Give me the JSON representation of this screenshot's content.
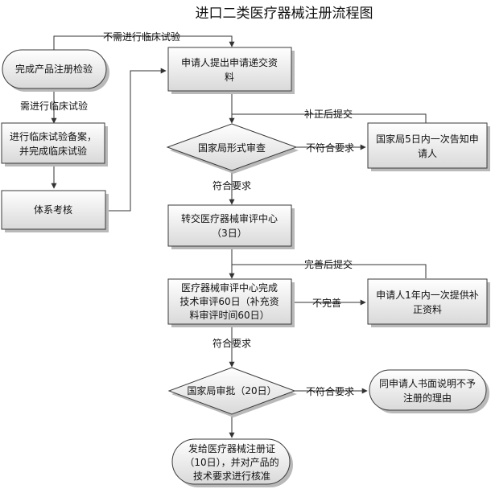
{
  "title": "进口二类医疗器械注册流程图",
  "nodes": {
    "complete_test": "完成产品注册检验",
    "clinical_filing": [
      "进行临床试验备案，",
      "并完成临床试验"
    ],
    "system_review": "体系考核",
    "submit": [
      "申请人提出申请递交资",
      "料"
    ],
    "formal_review": "国家局形式审查",
    "notify_once": [
      "国家局5日内一次告知申",
      "请人"
    ],
    "transfer": [
      "转交医疗器械审评中心",
      "（3日）"
    ],
    "tech_review": [
      "医疗器械审评中心完成",
      "技术审评60日（补充资",
      "料审评时间60日）"
    ],
    "supplement_once": [
      "申请人1年内一次提供补",
      "正资料"
    ],
    "approval": "国家局审批（20日）",
    "reject_notice": [
      "同申请人书面说明不予",
      "注册的理由"
    ],
    "issue_cert": [
      "发给医疗器械注册证",
      "（10日），并对产品的",
      "技术要求进行核准"
    ]
  },
  "edge_labels": {
    "no_clinical": "不需进行临床试验",
    "need_clinical": "需进行临床试验",
    "resubmit_after_fix": "补正后提交",
    "not_compliant_1": "不符合要求",
    "compliant_1": "符合要求",
    "resubmit_after_improve": "完善后提交",
    "incomplete": "不完善",
    "compliant_2": "符合要求",
    "not_compliant_2": "不符合要求"
  },
  "colors": {
    "box_top": "#ffffff",
    "box_bottom": "#dcdcdc",
    "stroke": "#3a3a3a",
    "shadow": "#b9b9b9"
  }
}
